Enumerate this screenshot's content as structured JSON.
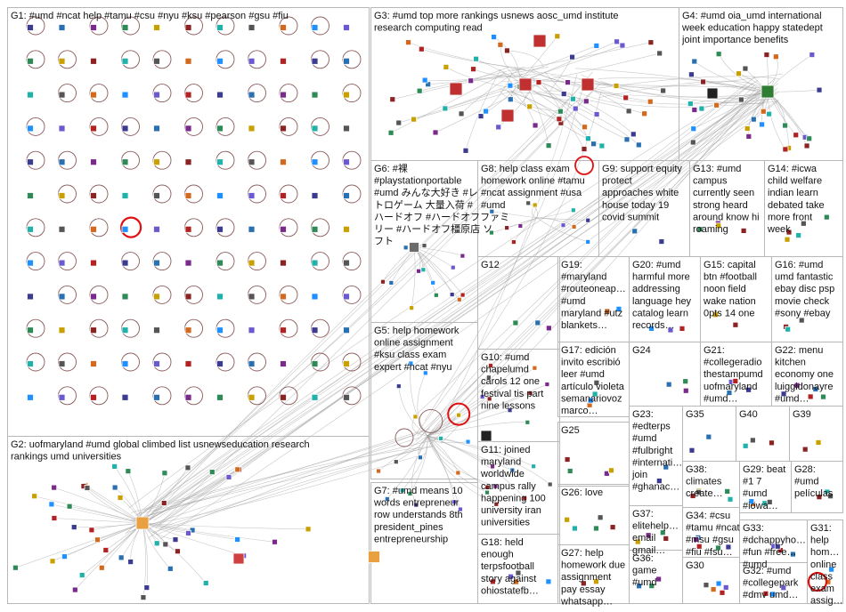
{
  "groups": [
    {
      "id": "G1",
      "lines": [
        "G1: #umd #ncat help #tamu #csu #nyu #ksu #pearson #gsu #fiu"
      ]
    },
    {
      "id": "G2",
      "lines": [
        "G2: uofmaryland #umd global climbed list usnewseducation research",
        "rankings umd universities"
      ]
    },
    {
      "id": "G3",
      "lines": [
        "G3: #umd top more rankings usnews aosc_umd institute",
        "research computing read"
      ]
    },
    {
      "id": "G4",
      "lines": [
        "G4: #umd oia_umd international",
        "week education happy statedept",
        "joint importance benefits"
      ]
    },
    {
      "id": "G5",
      "lines": [
        "G5: help homework",
        "online assignment",
        "#ksu class exam",
        "expert #ncat #nyu"
      ]
    },
    {
      "id": "G6",
      "lines": [
        "G6: #裸",
        "#playstationportable",
        "#umd みんな大好き #レ",
        "トロゲーム 大量入荷 #",
        "ハードオフ #ハードオフファミ",
        "リー #ハードオフ橿原店 ソ",
        "フト"
      ]
    },
    {
      "id": "G7",
      "lines": [
        "G7: #umd means 10",
        "words entrepreneur",
        "row understands 8th",
        "president_pines",
        "entrepreneurship"
      ]
    },
    {
      "id": "G8",
      "lines": [
        "G8: help class exam",
        "homework online #tamu",
        "#ncat assignment #usa",
        "#umd"
      ]
    },
    {
      "id": "G9",
      "lines": [
        "G9: support equity",
        "protect",
        "approaches white",
        "house today 19",
        "covid summit"
      ]
    },
    {
      "id": "G10",
      "lines": [
        "G10: #umd",
        "chapelumd",
        "carols 12 one",
        "festival tis part",
        "nine lessons"
      ]
    },
    {
      "id": "G11",
      "lines": [
        "G11: joined",
        "maryland",
        "worldwide",
        "campus rally",
        "happening 100",
        "university iran",
        "universities"
      ]
    },
    {
      "id": "G12",
      "lines": [
        "G12"
      ]
    },
    {
      "id": "G13",
      "lines": [
        "G13: #umd",
        "campus",
        "currently seen",
        "strong heard",
        "around know hi",
        "roaming"
      ]
    },
    {
      "id": "G14",
      "lines": [
        "G14: #icwa",
        "child welfare",
        "indian learn",
        "debated take",
        "more front",
        "week"
      ]
    },
    {
      "id": "G15",
      "lines": [
        "G15: capital",
        "btn #football",
        "noon field",
        "wake nation",
        "0pts 14 one"
      ]
    },
    {
      "id": "G16",
      "lines": [
        "G16: #umd",
        "umd fantastic",
        "ebay disc psp",
        "movie check",
        "#sony #ebay"
      ]
    },
    {
      "id": "G17",
      "lines": [
        "G17: edición",
        "invito escribió",
        "leer #umd",
        "artículo violeta",
        "semanariovoz",
        "marco…"
      ]
    },
    {
      "id": "G18",
      "lines": [
        "G18: held",
        "enough",
        "terpsfootball",
        "story against",
        "ohiostatefb…"
      ]
    },
    {
      "id": "G19",
      "lines": [
        "G19:",
        "#maryland",
        "#routeoneap…",
        "#umd",
        "maryland #utz",
        "blankets…"
      ]
    },
    {
      "id": "G20",
      "lines": [
        "G20: #umd",
        "harmful more",
        "addressing",
        "language hey",
        "catalog learn",
        "records…"
      ]
    },
    {
      "id": "G21",
      "lines": [
        "G21:",
        "#collegeradio",
        "thestampumd",
        "uofmaryland",
        "#umd…"
      ]
    },
    {
      "id": "G22",
      "lines": [
        "G22: menu",
        "kitchen",
        "economy one",
        "luiggidonayre",
        "#umd…"
      ]
    },
    {
      "id": "G23",
      "lines": [
        "G23:",
        "#edterps",
        "#umd",
        "#fulbright",
        "#internati…",
        "join",
        "#ghanac…"
      ]
    },
    {
      "id": "G24",
      "lines": [
        "G24"
      ]
    },
    {
      "id": "G25",
      "lines": [
        "G25"
      ]
    },
    {
      "id": "G26",
      "lines": [
        "G26: love"
      ]
    },
    {
      "id": "G27",
      "lines": [
        "G27: help",
        "homework due",
        "assignment",
        "pay essay",
        "whatsapp…"
      ]
    },
    {
      "id": "G28",
      "lines": [
        "G28:",
        "#umd",
        "películas"
      ]
    },
    {
      "id": "G29",
      "lines": [
        "G29: beat",
        "#1 7",
        "#umd",
        "#iowa…"
      ]
    },
    {
      "id": "G30",
      "lines": [
        "G30"
      ]
    },
    {
      "id": "G31",
      "lines": [
        "G31:",
        "help",
        "hom…",
        "online",
        "class",
        "exam",
        "assig…"
      ]
    },
    {
      "id": "G32",
      "lines": [
        "G32: #umd",
        "#collegepark",
        "#dmv umd…"
      ]
    },
    {
      "id": "G33",
      "lines": [
        "G33:",
        "#dchappyho…",
        "#fun #free…",
        "#umd"
      ]
    },
    {
      "id": "G34",
      "lines": [
        "G34: #csu",
        "#tamu #ncat",
        "#msu #gsu",
        "#fiu #fsu…"
      ]
    },
    {
      "id": "G35",
      "lines": [
        "G35"
      ]
    },
    {
      "id": "G36",
      "lines": [
        "G36:",
        "game",
        "#umd"
      ]
    },
    {
      "id": "G37",
      "lines": [
        "G37:",
        "elitehelp…",
        "email",
        "gmail…"
      ]
    },
    {
      "id": "G38",
      "lines": [
        "G38:",
        "climates",
        "create…"
      ]
    },
    {
      "id": "G39",
      "lines": [
        "G39"
      ]
    },
    {
      "id": "G40",
      "lines": [
        "G40"
      ]
    }
  ],
  "colors": {
    "box_border": "#b8b8b8",
    "edge": "#9a9a9a",
    "self_loop": "#8b5a5a",
    "highlight": "#e01010",
    "label": "#111111"
  }
}
